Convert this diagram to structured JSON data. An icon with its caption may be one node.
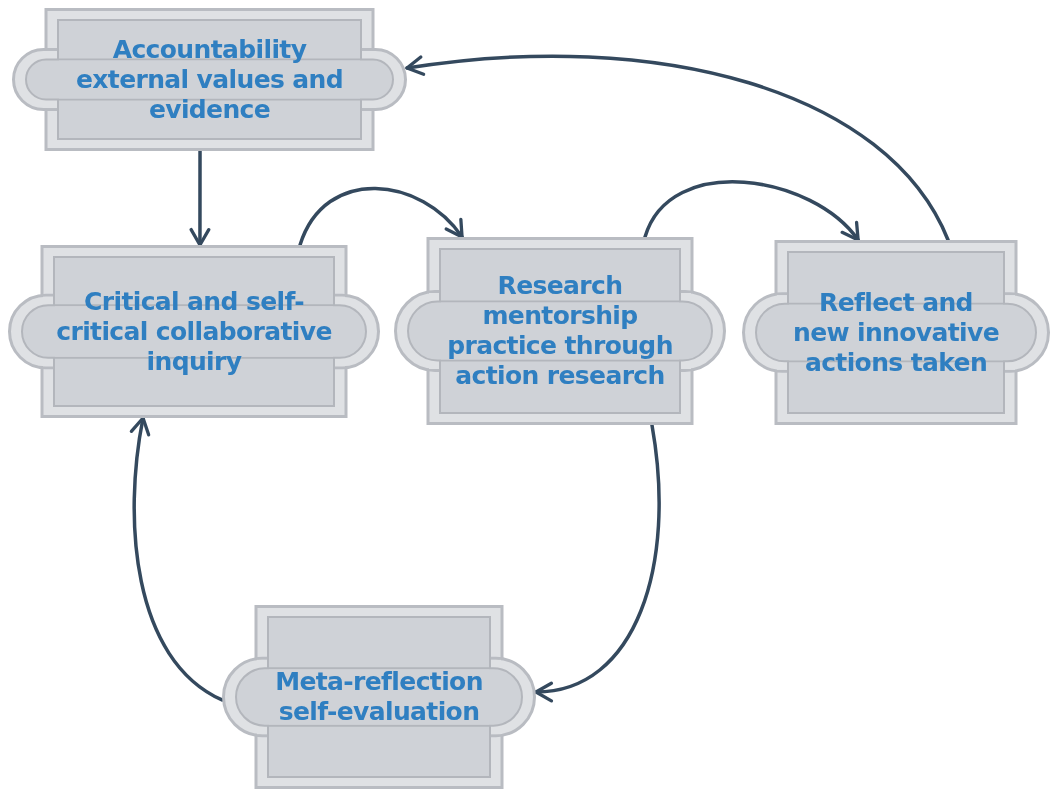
{
  "diagram": {
    "nodes": [
      {
        "text": [
          "Accountability external values and evidence"
        ]
      },
      {
        "text": [
          "Critical and self-critical collaborative inquiry"
        ]
      },
      {
        "text": [
          "Research mentorship practice through action research"
        ]
      },
      {
        "text": [
          "Reflect and new innovative actions taken"
        ]
      },
      {
        "text": [
          "Meta-reflection self-evaluation"
        ]
      }
    ],
    "edges": [
      {
        "from": 0,
        "to": 1,
        "arrow": "to"
      },
      {
        "from": 1,
        "to": 2,
        "arrow": "to"
      },
      {
        "from": 2,
        "to": 3,
        "arrow": "to"
      },
      {
        "from": 3,
        "to": 0,
        "arrow": "to"
      },
      {
        "from": 2,
        "to": 4,
        "arrow": "to"
      },
      {
        "from": 4,
        "to": 1,
        "arrow": "to"
      }
    ]
  }
}
